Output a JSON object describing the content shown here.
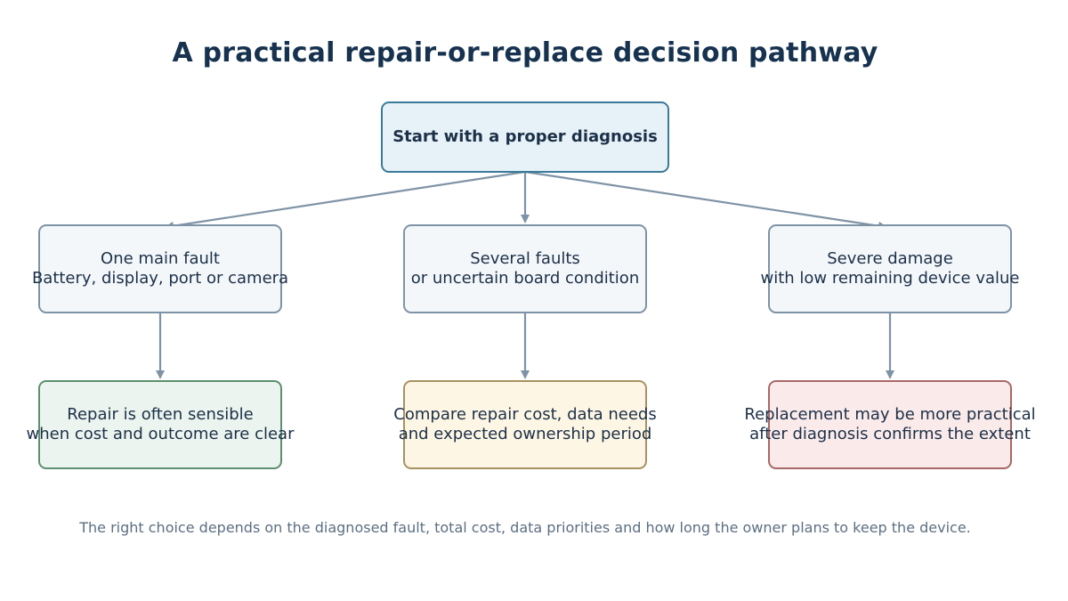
{
  "title": "A practical repair-or-replace decision pathway",
  "root": {
    "label": "Start with a proper diagnosis"
  },
  "branches": [
    {
      "condition": [
        "One main fault",
        "Battery, display, port or camera"
      ],
      "outcome": [
        "Repair is often sensible",
        "when cost and outcome are clear"
      ]
    },
    {
      "condition": [
        "Several faults",
        "or uncertain board condition"
      ],
      "outcome": [
        "Compare repair cost, data needs",
        "and expected ownership period"
      ]
    },
    {
      "condition": [
        "Severe damage",
        "with low remaining device value"
      ],
      "outcome": [
        "Replacement may be more practical",
        "after diagnosis confirms the extent"
      ]
    }
  ],
  "footnote": "The right choice depends on the diagnosed fault, total cost, data priorities and how long the owner plans to keep the device.",
  "colors": {
    "title": "#16324f",
    "connector": "#7f93a6",
    "root_border": "#3b7a98",
    "repair_border": "#5d8f70",
    "compare_border": "#a89260",
    "replace_border": "#a86868"
  }
}
